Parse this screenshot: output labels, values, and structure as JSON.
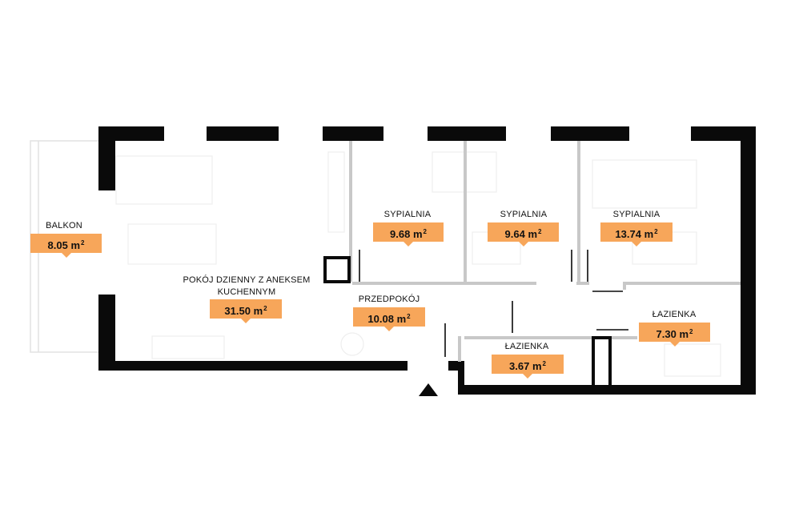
{
  "rooms": [
    {
      "id": "balkon",
      "label": "BALKON",
      "area": "8.05",
      "unit": "m",
      "exp": "2"
    },
    {
      "id": "living",
      "label": "POKÓJ DZIENNY Z ANEKSEM\nKUCHENNYM",
      "area": "31.50",
      "unit": "m",
      "exp": "2"
    },
    {
      "id": "bedroom1",
      "label": "SYPIALNIA",
      "area": "9.68",
      "unit": "m",
      "exp": "2"
    },
    {
      "id": "bedroom2",
      "label": "SYPIALNIA",
      "area": "9.64",
      "unit": "m",
      "exp": "2"
    },
    {
      "id": "bedroom3",
      "label": "SYPIALNIA",
      "area": "13.74",
      "unit": "m",
      "exp": "2"
    },
    {
      "id": "hall",
      "label": "PRZEDPOKÓJ",
      "area": "10.08",
      "unit": "m",
      "exp": "2"
    },
    {
      "id": "bath1",
      "label": "ŁAZIENKA",
      "area": "3.67",
      "unit": "m",
      "exp": "2"
    },
    {
      "id": "bath2",
      "label": "ŁAZIENKA",
      "area": "7.30",
      "unit": "m",
      "exp": "2"
    }
  ],
  "colors": {
    "badge": "#f7a65a",
    "wall": "#0a0a0a",
    "partition": "#c8c8c8"
  },
  "icons": {
    "entrance": "entrance-triangle-icon",
    "shaft": "ventilation-shaft-icon"
  }
}
